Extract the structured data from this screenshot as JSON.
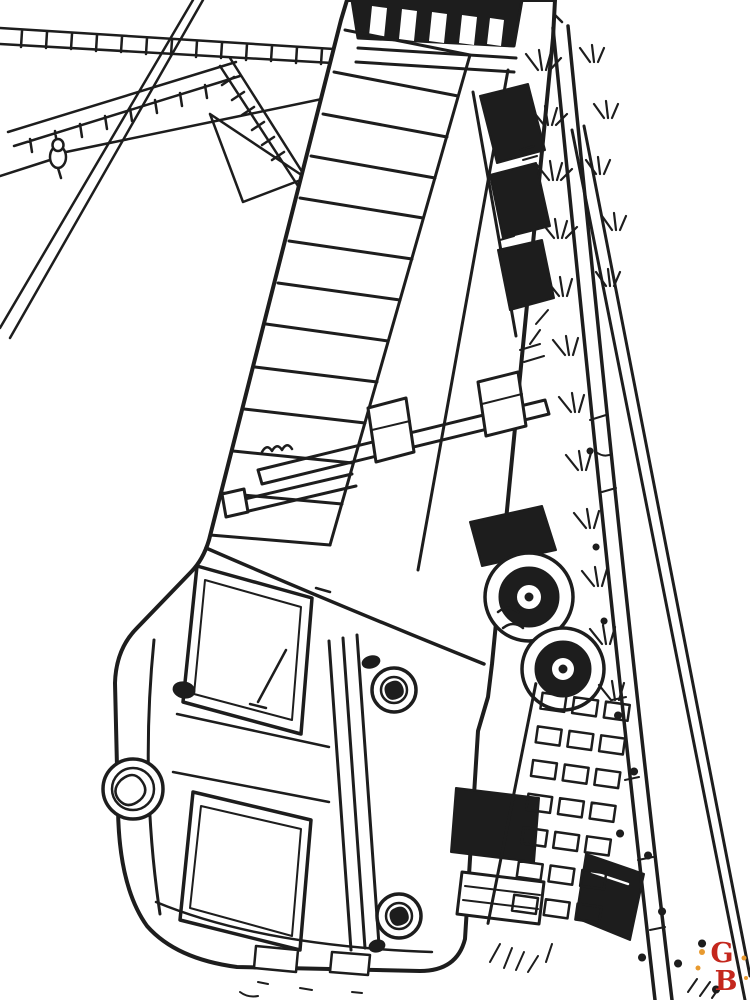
{
  "page": {
    "background_color": "#ffffff",
    "ink_color": "#1d1d1d"
  },
  "artwork": {
    "subject": "train-coloring-page",
    "description": "Black-and-white coloring-page line drawing of an electric passenger train seen from the front at a diagonal angle, with lattice catenary masts and overhead wires at the top left, a railway track with grass tufts and ballast dots along the right side, and detailed cab windshields, headlights, vent grilles and bogie wheels."
  },
  "watermark": {
    "line1": "G",
    "line2": "B",
    "color": "#c4271d",
    "accent_color": "#e89a2f"
  }
}
